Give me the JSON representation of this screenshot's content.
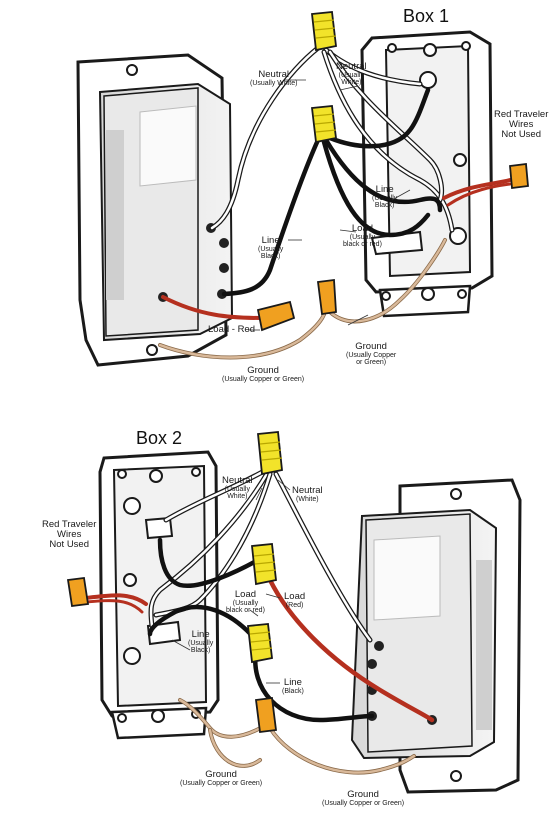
{
  "box1": {
    "title": "Box 1",
    "neutral_left": {
      "main": "Neutral",
      "sub": "(Usually White)"
    },
    "neutral_right": {
      "main": "Neutral",
      "sub1": "(Usually",
      "sub2": "White)"
    },
    "traveler": {
      "l1": "Red Traveler",
      "l2": "Wires",
      "l3": "Not Used"
    },
    "line_right": {
      "main": "Line",
      "sub1": "(Usually",
      "sub2": "Black)"
    },
    "load": {
      "main": "Load",
      "sub1": "(Usually",
      "sub2": "black or red)"
    },
    "line_left": {
      "main": "Line",
      "sub1": "(Usually",
      "sub2": "Black)"
    },
    "load_red": "Load - Red",
    "ground_right": {
      "main": "Ground",
      "sub1": "(Usually Copper",
      "sub2": "or Green)"
    },
    "ground_bottom": {
      "main": "Ground",
      "sub": "(Usually Copper or Green)"
    }
  },
  "box2": {
    "title": "Box 2",
    "neutral_left": {
      "main": "Neutral",
      "sub1": "(Usually",
      "sub2": "White)"
    },
    "neutral_right": {
      "main": "Neutral",
      "sub": "(White)"
    },
    "traveler": {
      "l1": "Red Traveler",
      "l2": "Wires",
      "l3": "Not Used"
    },
    "load_mid": {
      "main": "Load",
      "sub1": "(Usually",
      "sub2": "black or red)"
    },
    "load_red": {
      "main": "Load",
      "sub": "(Red)"
    },
    "line_left": {
      "main": "Line",
      "sub1": "(Usually",
      "sub2": "Black)"
    },
    "line_black": {
      "main": "Line",
      "sub": "(Black)"
    },
    "ground_left": {
      "main": "Ground",
      "sub": "(Usually Copper or Green)"
    },
    "ground_right": {
      "main": "Ground",
      "sub": "(Usually Copper or Green)"
    }
  },
  "colors": {
    "wire_black": "#111111",
    "wire_white": "#ffffff",
    "wire_red": "#b5301f",
    "wire_copper": "#d9b99a",
    "nut_yellow": "#f2e32a",
    "nut_orange": "#f0a020",
    "outline": "#1a1a1a"
  }
}
